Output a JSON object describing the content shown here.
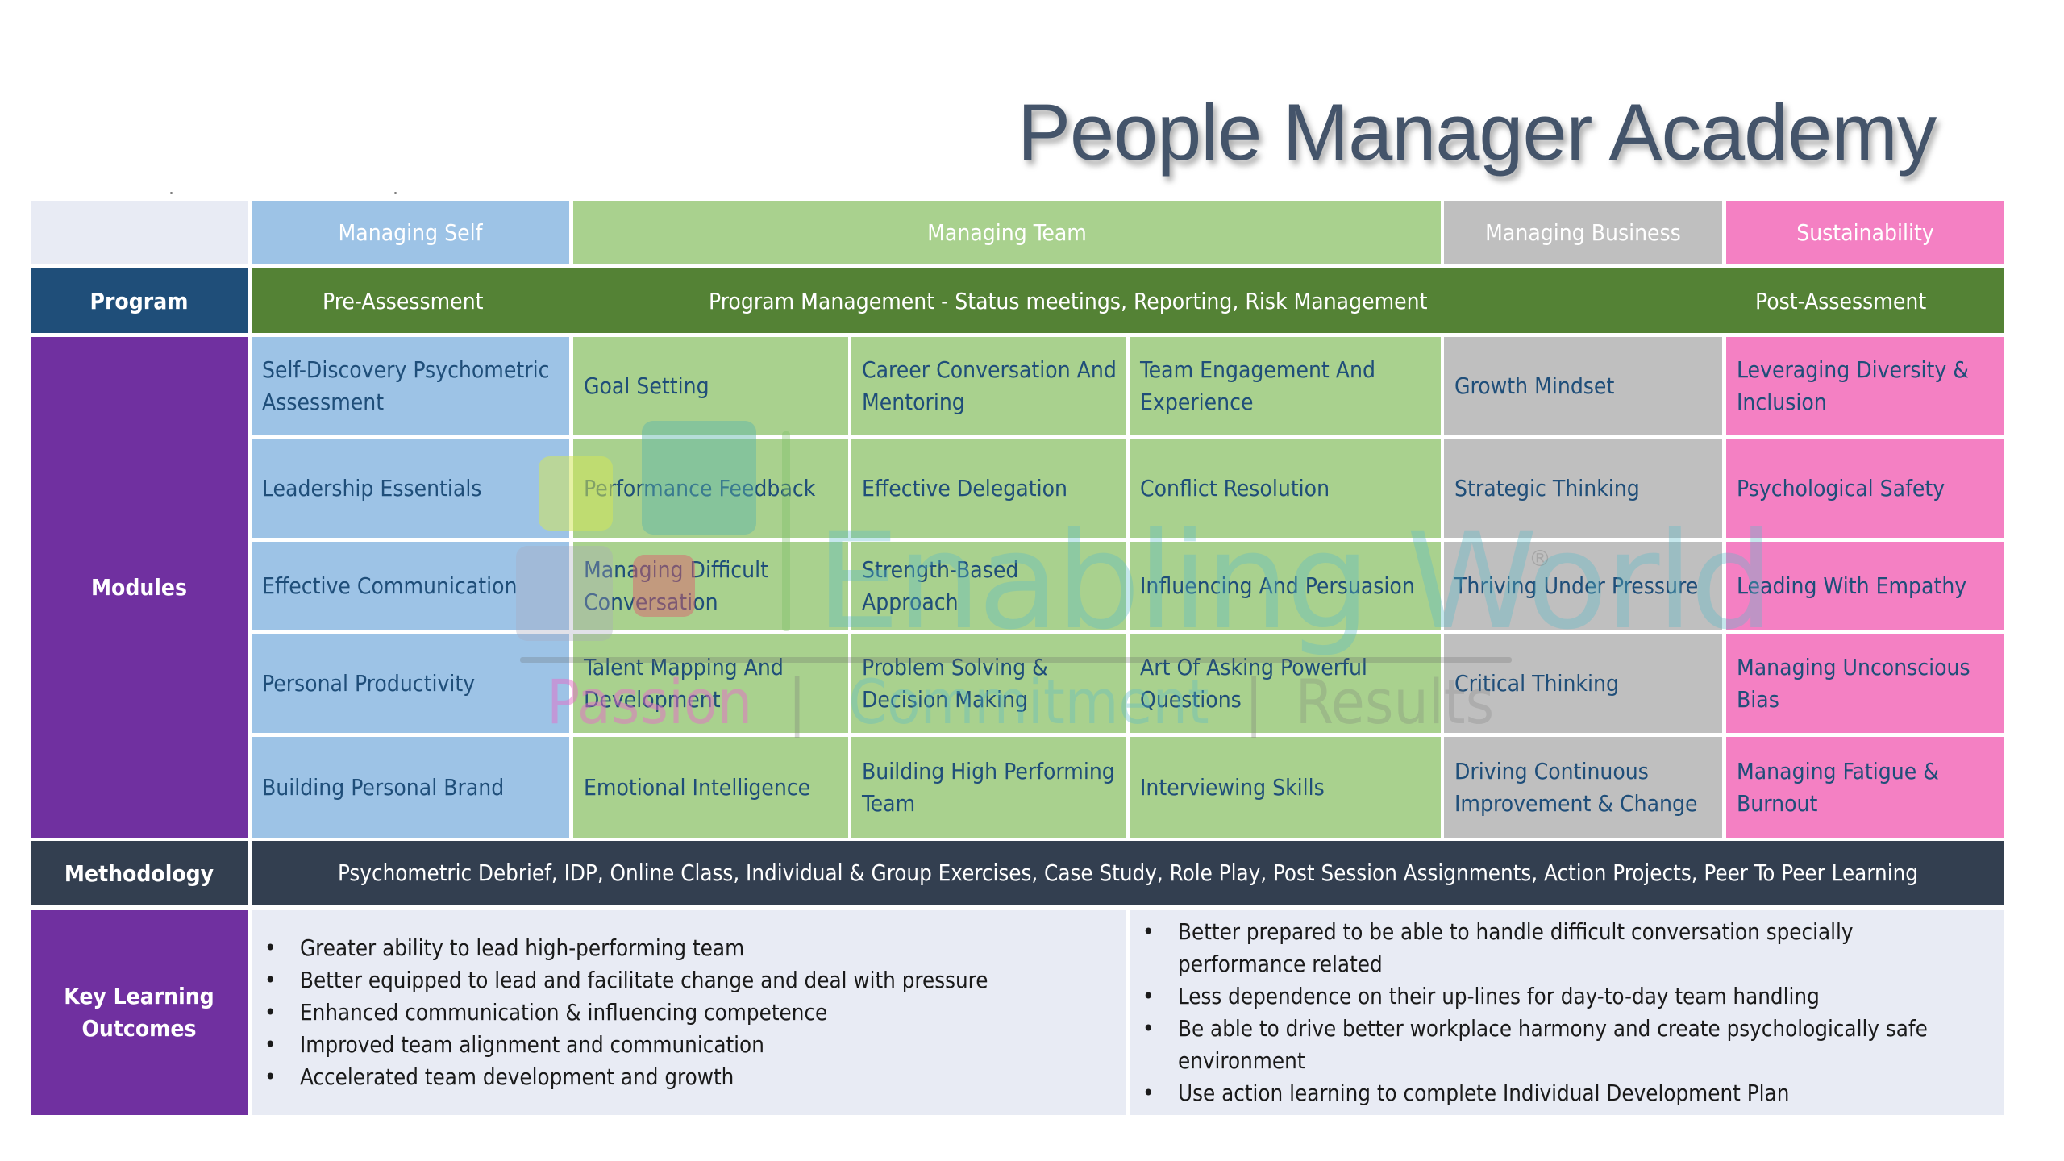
{
  "title": "People Manager Academy",
  "categories": {
    "self": "Managing Self",
    "team": "Managing Team",
    "business": "Managing Business",
    "sustainability": "Sustainability"
  },
  "program": {
    "label": "Program",
    "pre": "Pre-Assessment",
    "management": "Program Management - Status meetings, Reporting, Risk Management",
    "post": "Post-Assessment"
  },
  "modules": {
    "label": "Modules",
    "rows": [
      {
        "self": "Self-Discovery Psychometric Assessment",
        "team1": "Goal Setting",
        "team2": "Career Conversation And Mentoring",
        "team3": "Team Engagement And Experience",
        "business": "Growth Mindset",
        "sustainability": "Leveraging Diversity & Inclusion"
      },
      {
        "self": "Leadership Essentials",
        "team1": "Performance Feedback",
        "team2": "Effective Delegation",
        "team3": "Conflict Resolution",
        "business": "Strategic Thinking",
        "sustainability": "Psychological Safety"
      },
      {
        "self": "Effective Communication",
        "team1": "Managing Difficult Conversation",
        "team2": "Strength-Based Approach",
        "team3": "Influencing And Persuasion",
        "business": "Thriving Under Pressure",
        "sustainability": "Leading With Empathy"
      },
      {
        "self": "Personal Productivity",
        "team1": "Talent Mapping And Development",
        "team2": "Problem Solving & Decision Making",
        "team3": "Art Of Asking Powerful Questions",
        "business": "Critical Thinking",
        "sustainability": "Managing Unconscious Bias"
      },
      {
        "self": "Building Personal Brand",
        "team1": "Emotional Intelligence",
        "team2": "Building High Performing Team",
        "team3": "Interviewing Skills",
        "business": "Driving Continuous Improvement & Change",
        "sustainability": "Managing Fatigue & Burnout"
      }
    ]
  },
  "methodology": {
    "label": "Methodology",
    "text": "Psychometric Debrief, IDP, Online Class, Individual & Group Exercises, Case Study, Role Play, Post Session Assignments, Action Projects, Peer To Peer Learning"
  },
  "outcomes": {
    "label": "Key Learning Outcomes",
    "left": [
      "Greater ability to lead high-performing team",
      "Better equipped to lead and facilitate change and deal with pressure",
      "Enhanced communication & influencing competence",
      "Improved team alignment and communication",
      "Accelerated team development and growth"
    ],
    "right": [
      "Better prepared to be able to handle difficult conversation specially performance related",
      "Less dependence on their up-lines for day-to-day team handling",
      "Be able to drive better workplace harmony and create psychologically safe environment",
      "Use action learning to complete Individual Development Plan"
    ]
  },
  "watermark": {
    "brand": "Enabling World",
    "registered": "®",
    "tagline": [
      "Passion",
      "Commitment",
      "Results"
    ]
  },
  "colors": {
    "title": "#44546a",
    "self": "#9dc3e6",
    "team": "#a9d18e",
    "business": "#bfbfbf",
    "sustainability": "#f480c3",
    "program_label": "#1f4e79",
    "program_bar": "#548235",
    "purple": "#7030a0",
    "methodology": "#333f50",
    "outcomes_bg": "#e8ebf4",
    "module_text": "#1f4e79"
  }
}
